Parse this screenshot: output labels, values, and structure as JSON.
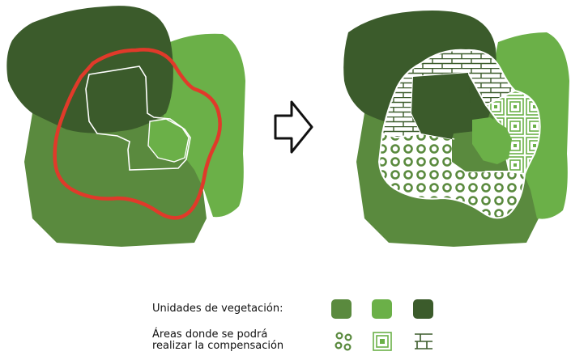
{
  "colors": {
    "unit1": "#5a8a3e",
    "unit2": "#6bb048",
    "unit3": "#3b5b2b",
    "boundary_red": "#e03a2a",
    "boundary_white": "#ffffff"
  },
  "legend": {
    "units_label": "Unidades de vegetación:",
    "areas_label_line1": "Áreas donde se podrá",
    "areas_label_line2": "realizar la compensación"
  },
  "icons": [
    "right-arrow-icon",
    "circles-pattern-icon",
    "concentric-squares-pattern-icon",
    "brick-pattern-icon"
  ]
}
